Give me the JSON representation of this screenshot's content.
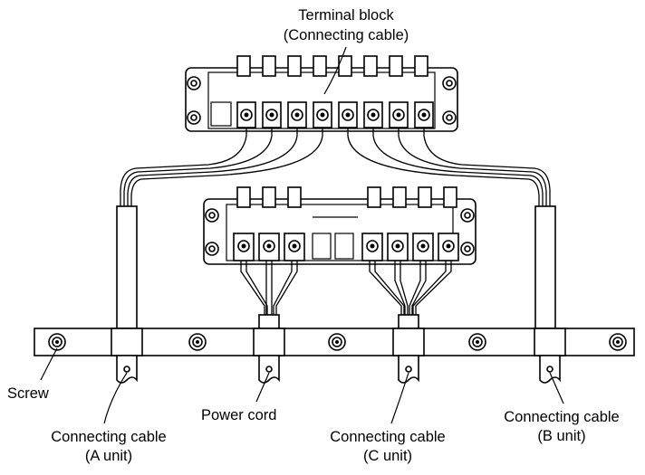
{
  "labels": {
    "terminal_block_line1": "Terminal block",
    "terminal_block_line2": "(Connecting cable)",
    "screw": "Screw",
    "power_cord": "Power cord",
    "cable_a_line1": "Connecting cable",
    "cable_a_line2": "(A unit)",
    "cable_c_line1": "Connecting cable",
    "cable_c_line2": "(C unit)",
    "cable_b_line1": "Connecting cable",
    "cable_b_line2": "(B unit)"
  }
}
